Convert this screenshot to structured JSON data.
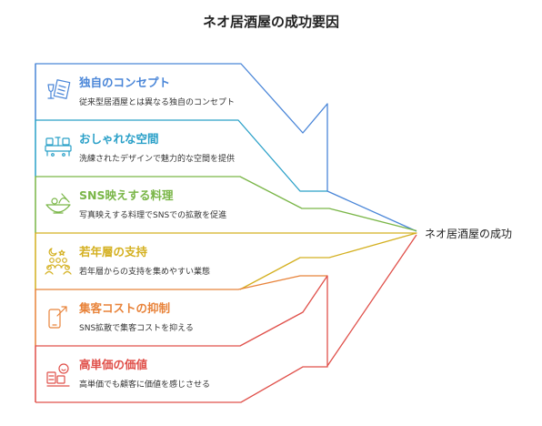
{
  "title": "ネオ居酒屋の成功要因",
  "result_label": "ネオ居酒屋の成功",
  "factors": [
    {
      "title": "独自のコンセプト",
      "desc": "従来型居酒屋とは異なる独自のコンセプト",
      "color": "#4a86d8",
      "icon": "menu-board-icon"
    },
    {
      "title": "おしゃれな空間",
      "desc": "洗練されたデザインで魅力的な空間を提供",
      "color": "#2aa0c8",
      "icon": "lounge-chairs-icon"
    },
    {
      "title": "SNS映えする料理",
      "desc": "写真映えする料理でSNSでの拡散を促進",
      "color": "#7ab648",
      "icon": "food-bowl-icon"
    },
    {
      "title": "若年層の支持",
      "desc": "若年層からの支持を集めやすい業態",
      "color": "#d4b020",
      "icon": "young-crowd-icon"
    },
    {
      "title": "集客コストの抑制",
      "desc": "SNS拡散で集客コストを抑える",
      "color": "#e8833a",
      "icon": "phone-share-icon"
    },
    {
      "title": "高単価の価値",
      "desc": "高単価でも顧客に価値を感じさせる",
      "color": "#e0504a",
      "icon": "high-value-icon"
    }
  ]
}
